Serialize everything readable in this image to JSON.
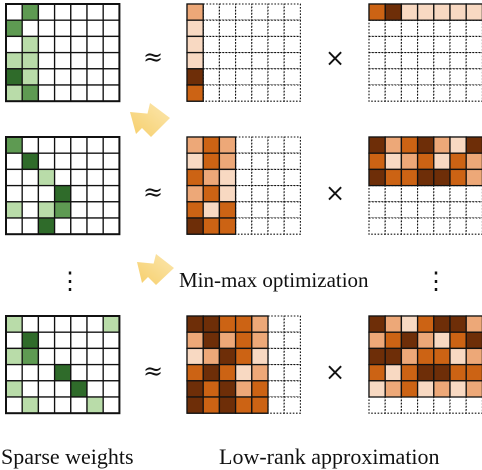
{
  "labels": {
    "sparse": "Sparse weights",
    "lowrank": "Low-rank approximation",
    "minmax": "Min-max optimization"
  },
  "symbols": {
    "approx": "≈",
    "times": "×",
    "vdots": "⋮"
  },
  "colors": {
    "green_dark": "#2f6b2a",
    "green_mid": "#5e9a52",
    "green_light": "#b9dca9",
    "brown_dark": "#6e2e08",
    "orange": "#cc6314",
    "peach": "#eda878",
    "peach_light": "#f8d9c2",
    "arrow": "#f7d070"
  },
  "sparse_grids": [
    [
      [
        0,
        2,
        0,
        0,
        0,
        0,
        0
      ],
      [
        2,
        0,
        0,
        0,
        0,
        0,
        0
      ],
      [
        0,
        1,
        0,
        0,
        0,
        0,
        0
      ],
      [
        1,
        1,
        0,
        0,
        0,
        0,
        0
      ],
      [
        3,
        1,
        0,
        0,
        0,
        0,
        0
      ],
      [
        1,
        2,
        0,
        0,
        0,
        0,
        0
      ]
    ],
    [
      [
        2,
        0,
        0,
        0,
        0,
        0,
        0
      ],
      [
        0,
        3,
        0,
        0,
        0,
        0,
        0
      ],
      [
        0,
        0,
        1,
        0,
        0,
        0,
        0
      ],
      [
        0,
        0,
        0,
        3,
        0,
        0,
        0
      ],
      [
        1,
        0,
        1,
        2,
        0,
        0,
        0
      ],
      [
        0,
        0,
        3,
        0,
        0,
        0,
        0
      ]
    ],
    [
      [
        1,
        0,
        0,
        0,
        0,
        0,
        1
      ],
      [
        0,
        3,
        0,
        0,
        0,
        0,
        0
      ],
      [
        1,
        2,
        0,
        0,
        0,
        0,
        0
      ],
      [
        0,
        0,
        0,
        3,
        0,
        0,
        0
      ],
      [
        1,
        0,
        0,
        0,
        3,
        0,
        0
      ],
      [
        0,
        1,
        0,
        0,
        0,
        1,
        0
      ]
    ]
  ],
  "left_factors": [
    [
      [
        2,
        0,
        0,
        0,
        0,
        0,
        0
      ],
      [
        1,
        0,
        0,
        0,
        0,
        0,
        0
      ],
      [
        1,
        0,
        0,
        0,
        0,
        0,
        0
      ],
      [
        1,
        0,
        0,
        0,
        0,
        0,
        0
      ],
      [
        4,
        0,
        0,
        0,
        0,
        0,
        0
      ],
      [
        3,
        0,
        0,
        0,
        0,
        0,
        0
      ]
    ],
    [
      [
        2,
        3,
        2,
        0,
        0,
        0,
        0
      ],
      [
        1,
        3,
        2,
        0,
        0,
        0,
        0
      ],
      [
        3,
        2,
        1,
        0,
        0,
        0,
        0
      ],
      [
        2,
        3,
        1,
        0,
        0,
        0,
        0
      ],
      [
        3,
        1,
        3,
        0,
        0,
        0,
        0
      ],
      [
        4,
        3,
        3,
        0,
        0,
        0,
        0
      ]
    ],
    [
      [
        4,
        4,
        3,
        3,
        2,
        0,
        0
      ],
      [
        2,
        4,
        2,
        3,
        2,
        0,
        0
      ],
      [
        1,
        2,
        4,
        3,
        1,
        0,
        0
      ],
      [
        3,
        4,
        3,
        1,
        2,
        0,
        0
      ],
      [
        4,
        3,
        4,
        2,
        3,
        0,
        0
      ],
      [
        4,
        3,
        4,
        3,
        3,
        0,
        0
      ]
    ]
  ],
  "right_factors": [
    [
      [
        3,
        4,
        1,
        1,
        1,
        1,
        1
      ],
      [
        0,
        0,
        0,
        0,
        0,
        0,
        0
      ],
      [
        0,
        0,
        0,
        0,
        0,
        0,
        0
      ],
      [
        0,
        0,
        0,
        0,
        0,
        0,
        0
      ],
      [
        0,
        0,
        0,
        0,
        0,
        0,
        0
      ],
      [
        0,
        0,
        0,
        0,
        0,
        0,
        0
      ]
    ],
    [
      [
        4,
        2,
        3,
        4,
        2,
        1,
        4
      ],
      [
        3,
        1,
        2,
        3,
        1,
        3,
        2
      ],
      [
        4,
        3,
        3,
        4,
        4,
        3,
        2
      ],
      [
        0,
        0,
        0,
        0,
        0,
        0,
        0
      ],
      [
        0,
        0,
        0,
        0,
        0,
        0,
        0
      ],
      [
        0,
        0,
        0,
        0,
        0,
        0,
        0
      ]
    ],
    [
      [
        4,
        2,
        1,
        3,
        4,
        4,
        2
      ],
      [
        2,
        3,
        4,
        2,
        1,
        3,
        4
      ],
      [
        4,
        4,
        2,
        3,
        3,
        1,
        2
      ],
      [
        3,
        1,
        3,
        4,
        4,
        3,
        3
      ],
      [
        1,
        2,
        3,
        1,
        2,
        1,
        2
      ],
      [
        0,
        0,
        0,
        0,
        0,
        0,
        0
      ]
    ]
  ]
}
